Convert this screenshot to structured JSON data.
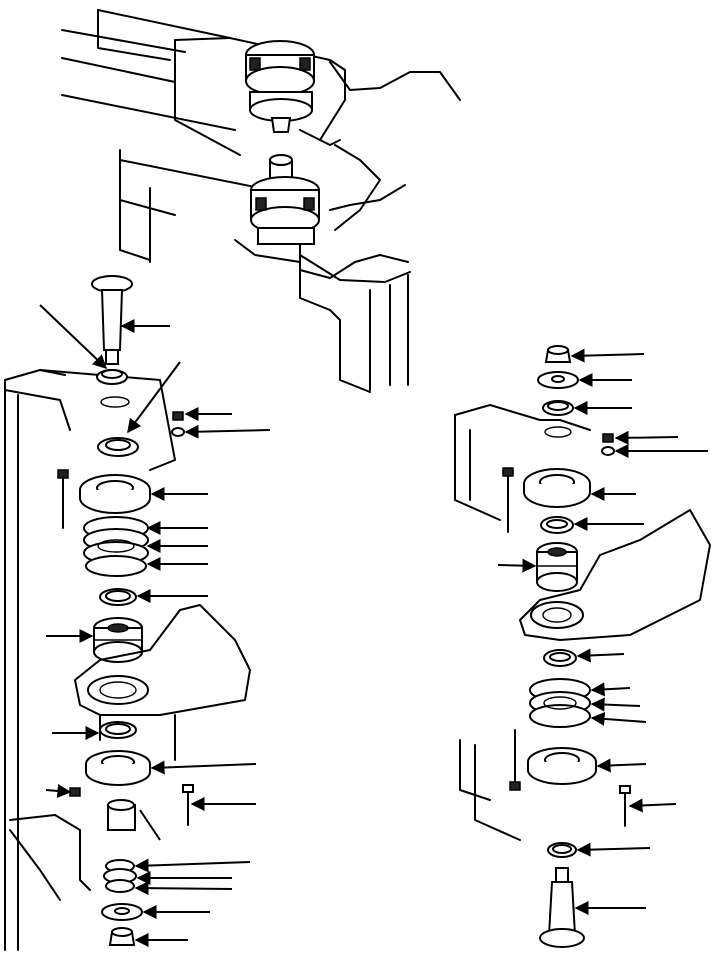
{
  "figure": {
    "kind": "exploded parts drawing",
    "labels": [],
    "line_color": "#000000",
    "background": "#ffffff"
  },
  "views": [
    {
      "name": "assembled-mount-top"
    },
    {
      "name": "left-pivot-stack"
    },
    {
      "name": "right-pivot-stack"
    }
  ]
}
